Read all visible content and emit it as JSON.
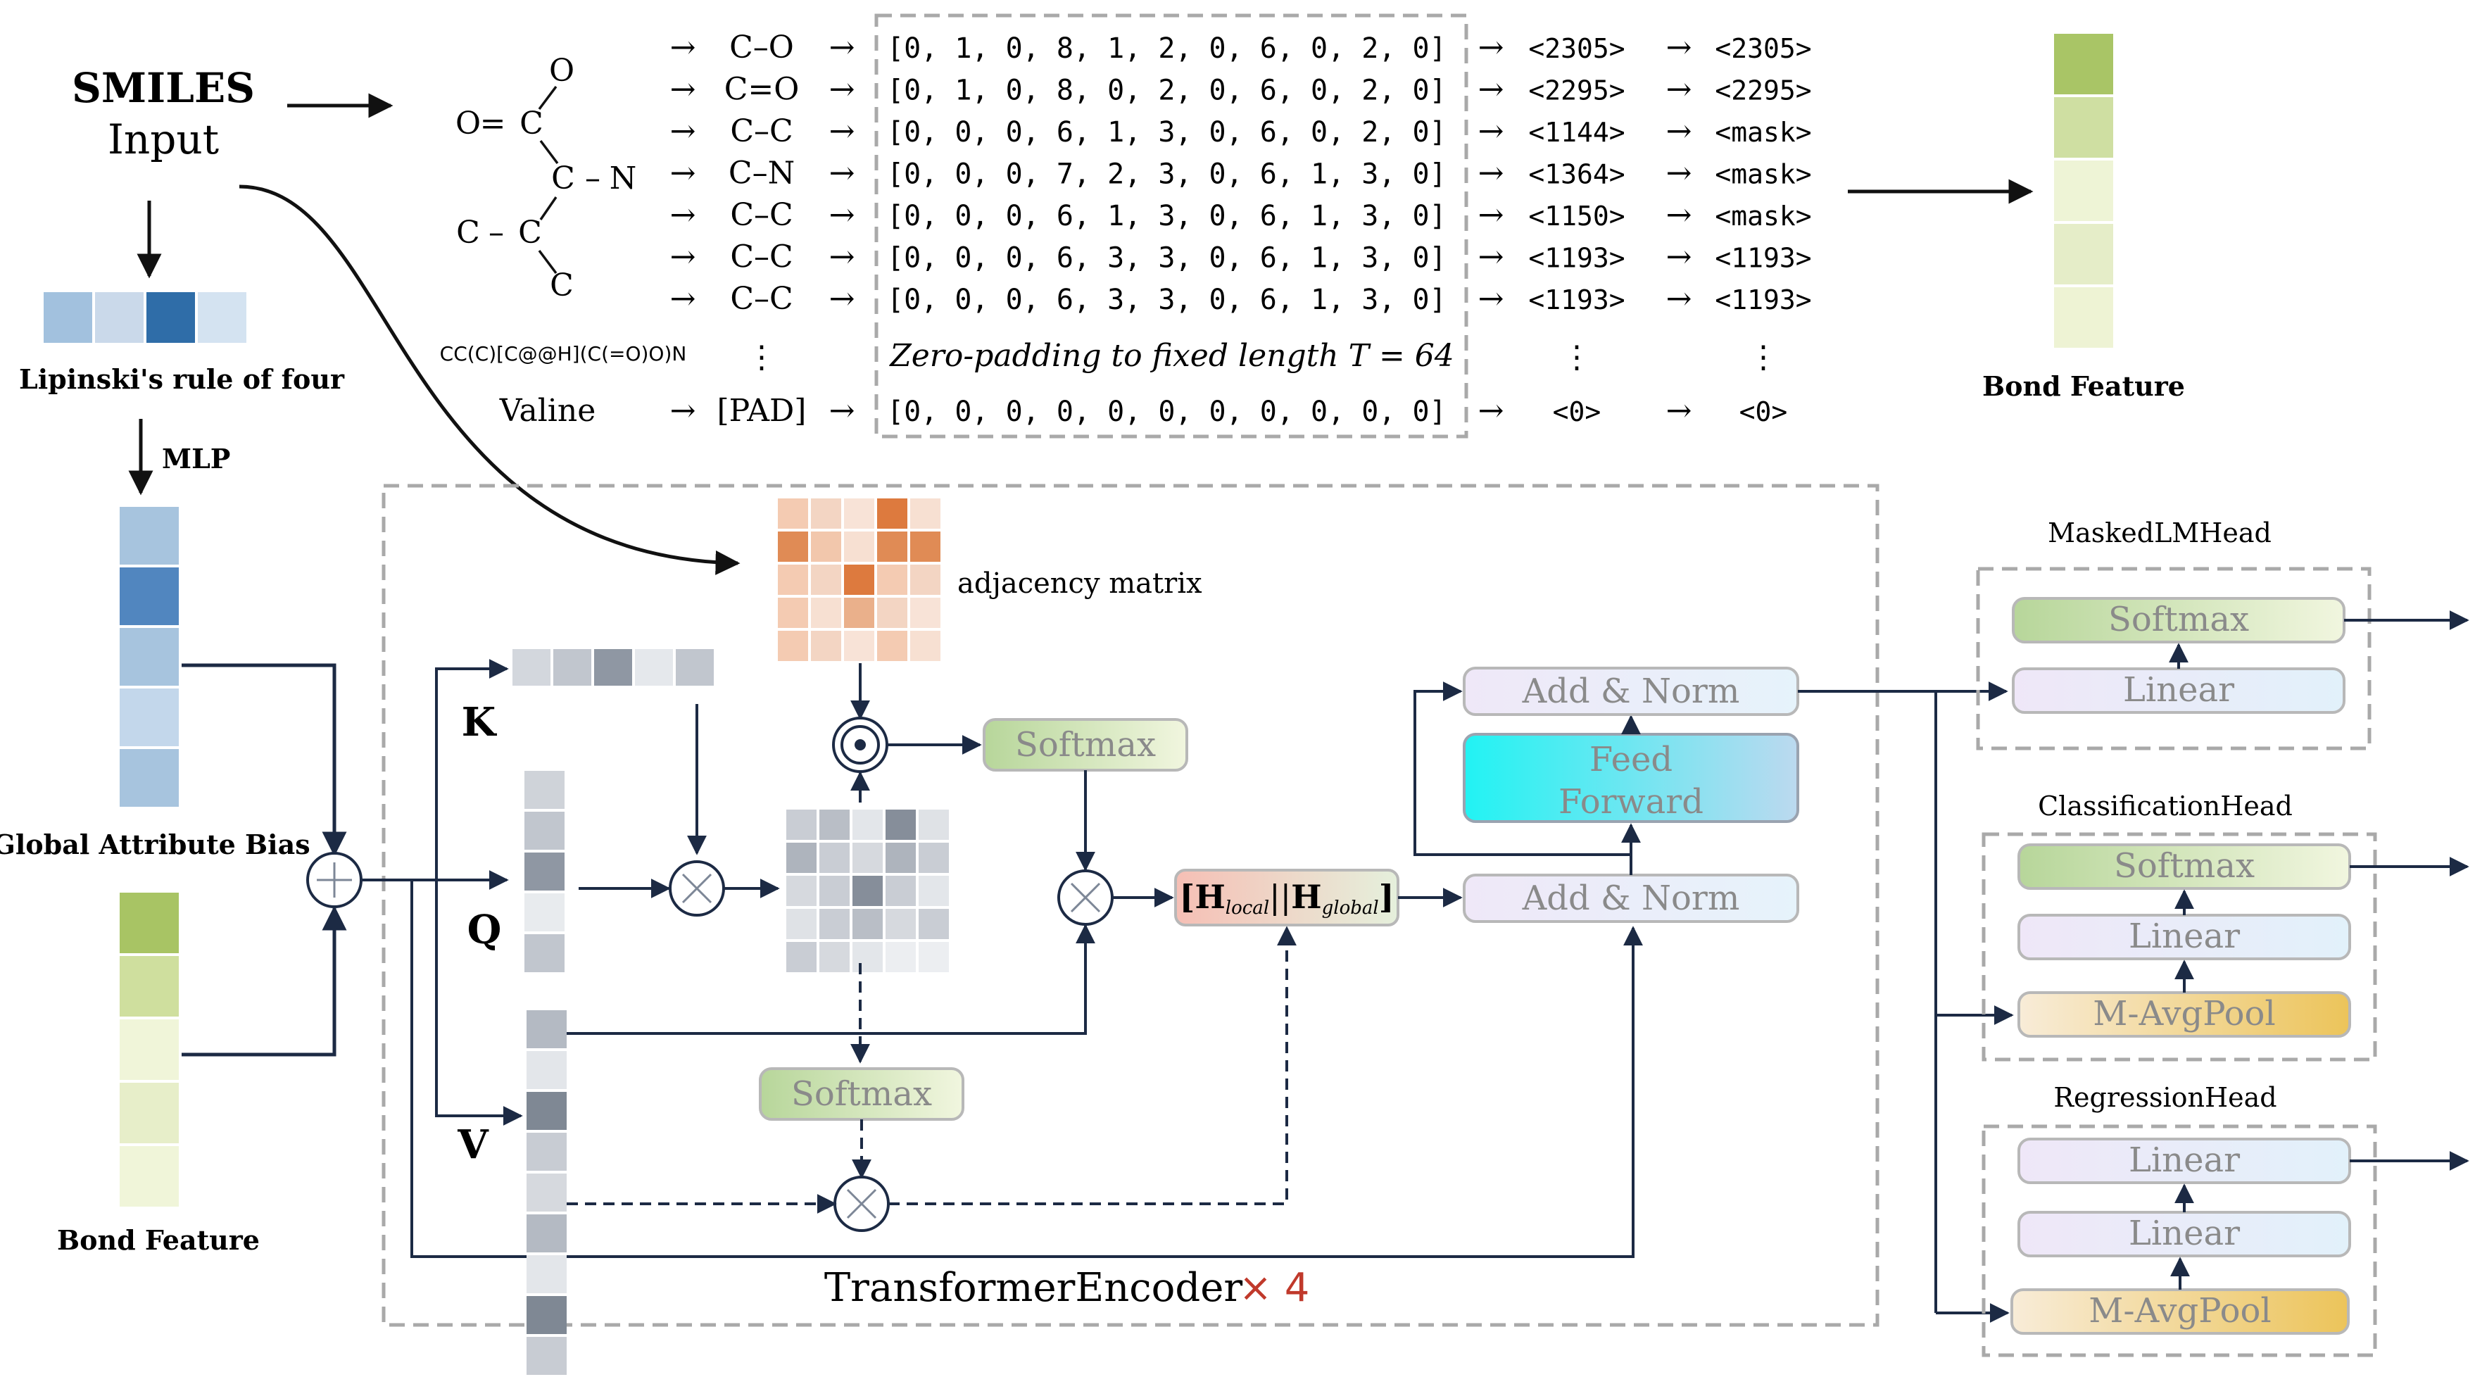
{
  "smiles": {
    "title": "SMILES",
    "subtitle": "Input"
  },
  "molecule": {
    "atoms": [
      "O",
      "O",
      "C",
      "C",
      "N",
      "C",
      "C",
      "C"
    ],
    "bond_double": "=",
    "bond_single": "–",
    "smiles_string": "CC(C)[C@@H](C(=O)O)N",
    "name": "Valine"
  },
  "bonds": {
    "rows": [
      {
        "bond": "C–O",
        "vector": "[0, 1, 0, 8, 1, 2, 0, 6, 0, 2, 0]",
        "token": "<2305>",
        "masked": "<2305>"
      },
      {
        "bond": "C=O",
        "vector": "[0, 1, 0, 8, 0, 2, 0, 6, 0, 2, 0]",
        "token": "<2295>",
        "masked": "<2295>"
      },
      {
        "bond": "C–C",
        "vector": "[0, 0, 0, 6, 1, 3, 0, 6, 0, 2, 0]",
        "token": "<1144>",
        "masked": "<mask>"
      },
      {
        "bond": "C–N",
        "vector": "[0, 0, 0, 7, 2, 3, 0, 6, 1, 3, 0]",
        "token": "<1364>",
        "masked": "<mask>"
      },
      {
        "bond": "C–C",
        "vector": "[0, 0, 0, 6, 1, 3, 0, 6, 1, 3, 0]",
        "token": "<1150>",
        "masked": "<mask>"
      },
      {
        "bond": "C–C",
        "vector": "[0, 0, 0, 6, 3, 3, 0, 6, 1, 3, 0]",
        "token": "<1193>",
        "masked": "<1193>"
      },
      {
        "bond": "C–C",
        "vector": "[0, 0, 0, 6, 3, 3, 0, 6, 1, 3, 0]",
        "token": "<1193>",
        "masked": "<1193>"
      }
    ],
    "padding_note": "Zero-padding to fixed length T = 64",
    "pad_row": {
      "bond": "[PAD]",
      "vector": "[0, 0, 0, 0, 0, 0, 0, 0, 0, 0, 0]",
      "token": "<0>",
      "masked": "<0>"
    },
    "arrow": "→",
    "ellipsis": "⋮"
  },
  "bond_feature_top": {
    "label": "Bond Feature",
    "colors": [
      "#a9c566",
      "#cfdfa2",
      "#eef4d6",
      "#e5edc8",
      "#eef3d4"
    ]
  },
  "lipinski": {
    "label": "Lipinski's rule of four",
    "colors": [
      "#a2c1de",
      "#cad9ea",
      "#2f6da8",
      "#d4e3f1"
    ]
  },
  "mlp": {
    "label": "MLP"
  },
  "global_bias": {
    "label": "Global Attribute Bias",
    "colors": [
      "#a7c4de",
      "#5186bf",
      "#a7c4de",
      "#c3d7eb",
      "#a7c4de"
    ]
  },
  "bond_feature_left": {
    "label": "Bond Feature",
    "colors": [
      "#a8c464",
      "#cfdf9e",
      "#f0f5d9",
      "#e7eec9",
      "#f0f5d9"
    ]
  },
  "encoder": {
    "label": "TransformerEncoder",
    "times": "× 4",
    "k_label": "K",
    "q_label": "Q",
    "v_label": "V",
    "plus": "+",
    "times_op": "×",
    "hadamard_op": "⊙",
    "adjacency_label": "adjacency matrix",
    "adjacency_colors": [
      [
        "#f4cbb2",
        "#f3d5c3",
        "#f8e3d7",
        "#dd7a3e",
        "#f7e0d2"
      ],
      [
        "#e08b55",
        "#f2c7ac",
        "#f7e0d2",
        "#e08b55",
        "#e08b55"
      ],
      [
        "#f4cbb2",
        "#f3d5c3",
        "#dd7a3e",
        "#f4cbb2",
        "#f3d5c3"
      ],
      [
        "#f4cbb2",
        "#f7e0d2",
        "#eab08b",
        "#f3d5c3",
        "#f8e3d7"
      ],
      [
        "#f4cbb2",
        "#f3d5c3",
        "#f8e3d7",
        "#f4cbb2",
        "#f7e0d2"
      ]
    ],
    "k_colors": [
      "#d3d7dd",
      "#c1c6ce",
      "#8f97a3",
      "#e5e8ec",
      "#c1c6ce"
    ],
    "q_colors": [
      "#cfd3d9",
      "#c1c6ce",
      "#8f97a3",
      "#e8ebee",
      "#c1c6ce"
    ],
    "v_colors": [
      "#b4bac3",
      "#e3e6ea",
      "#7f8894",
      "#c8ccd3",
      "#d6d9de"
    ],
    "score_colors": [
      [
        "#c9cdd4",
        "#b9bec6",
        "#e3e6ea",
        "#868e9a",
        "#dfe2e6"
      ],
      [
        "#aeb4bd",
        "#c9cdd4",
        "#d6d9de",
        "#aeb4bd",
        "#c9cdd4"
      ],
      [
        "#d6d9de",
        "#c9cdd4",
        "#868e9a",
        "#c9cdd4",
        "#e3e6ea"
      ],
      [
        "#dfe2e6",
        "#c9cdd4",
        "#b9bec6",
        "#d6d9de",
        "#c9cdd4"
      ],
      [
        "#c9cdd4",
        "#d6d9de",
        "#e3e6ea",
        "#eceef1",
        "#eceef1"
      ]
    ],
    "softmax_top": "Softmax",
    "softmax_mid": "Softmax",
    "concat": {
      "open": "[",
      "h": "H",
      "local": "local",
      "sep": "||",
      "global": "global",
      "close": "]"
    },
    "add_norm_top": "Add & Norm",
    "add_norm_bottom": "Add & Norm",
    "feed_forward_1": "Feed",
    "feed_forward_2": "Forward"
  },
  "heads": [
    {
      "title": "MaskedLMHead",
      "layers": [
        "Softmax",
        "Linear"
      ]
    },
    {
      "title": "ClassificationHead",
      "layers": [
        "Softmax",
        "Linear",
        "M-AvgPool"
      ]
    },
    {
      "title": "RegressionHead",
      "layers": [
        "Linear",
        "Linear",
        "M-AvgPool"
      ]
    }
  ]
}
